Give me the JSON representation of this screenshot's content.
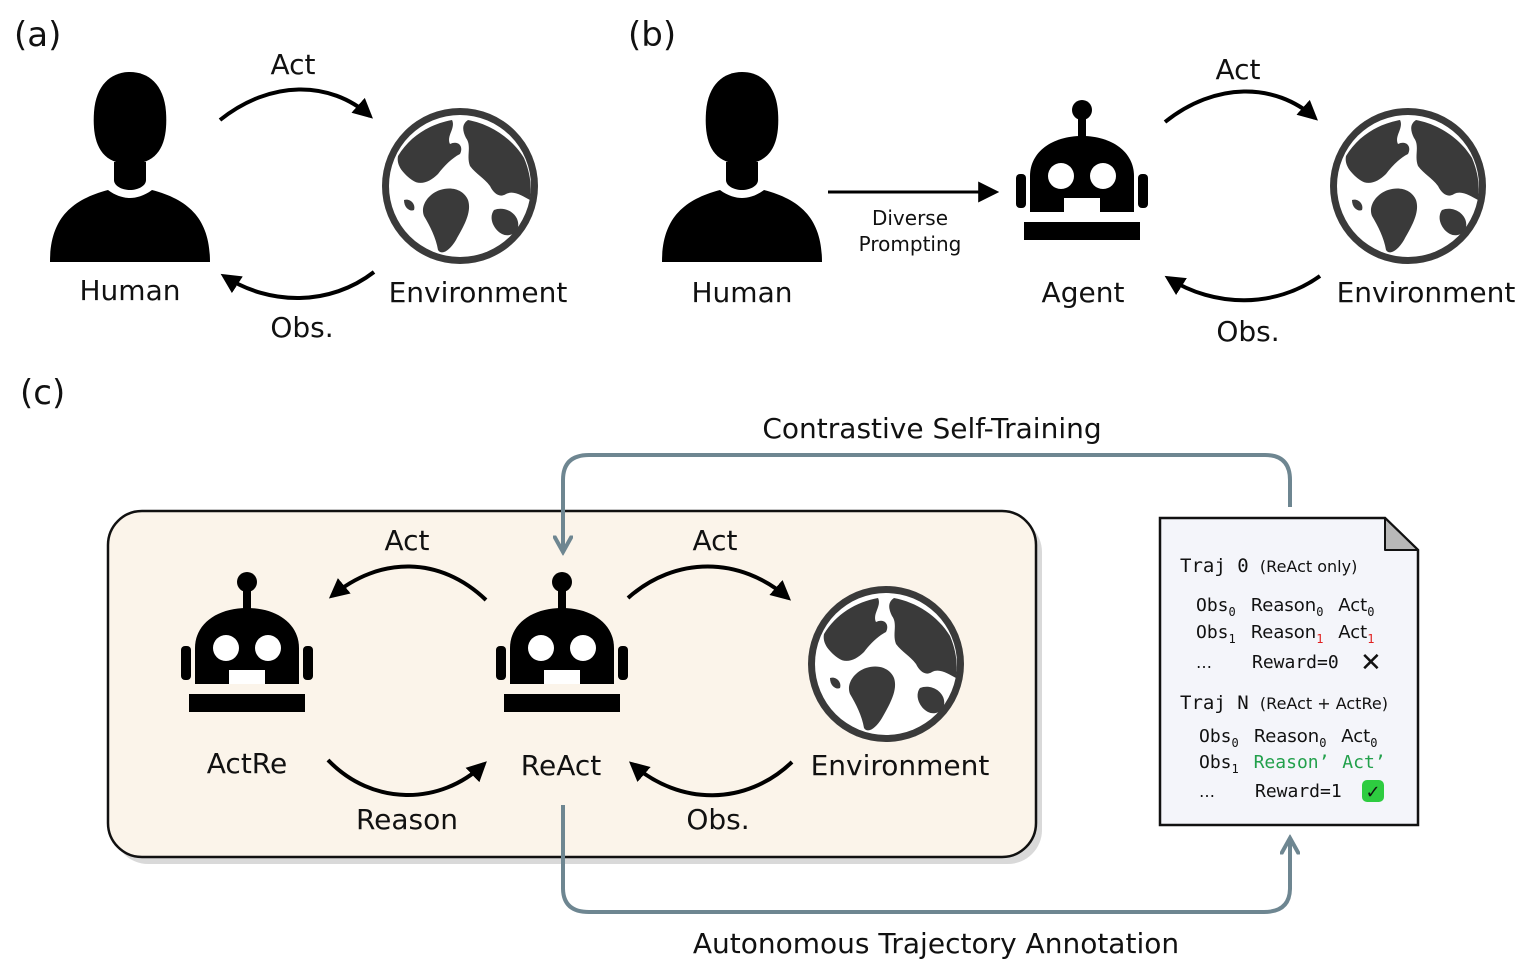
{
  "panel_a": {
    "tag": "(a)",
    "human_label": "Human",
    "environment_label": "Environment",
    "act_label": "Act",
    "obs_label": "Obs."
  },
  "panel_b": {
    "tag": "(b)",
    "human_label": "Human",
    "prompt_label_line1": "Diverse",
    "prompt_label_line2": "Prompting",
    "agent_label": "Agent",
    "environment_label": "Environment",
    "act_label": "Act",
    "obs_label": "Obs."
  },
  "panel_c": {
    "tag": "(c)",
    "contrastive_label": "Contrastive Self-Training",
    "annotation_label": "Autonomous Trajectory Annotation",
    "actre_label": "ActRe",
    "react_label": "ReAct",
    "environment_label": "Environment",
    "act_left_label": "Act",
    "act_right_label": "Act",
    "reason_label": "Reason",
    "obs_label": "Obs.",
    "colors": {
      "box_fill": "#fbf4ea",
      "flow_arrow": "#6e8691",
      "bad": "#e02020",
      "good": "#22a04b",
      "check_bg": "#2ecc40"
    },
    "document": {
      "traj0_title": "Traj 0",
      "traj0_note": "(ReAct only)",
      "traj0_obs0": "Obs",
      "traj0_obs0_sub": "0",
      "traj0_reason0": "Reason",
      "traj0_reason0_sub": "0",
      "traj0_act0": "Act",
      "traj0_act0_sub": "0",
      "traj0_obs1": "Obs",
      "traj0_obs1_sub": "1",
      "traj0_reason1": "Reason",
      "traj0_reason1_sub": "1",
      "traj0_act1": "Act",
      "traj0_act1_sub": "1",
      "traj0_ellipsis": "…",
      "traj0_reward": "Reward=0",
      "traj0_reward_icon": "✕",
      "trajN_title": "Traj N",
      "trajN_note": "(ReAct + ActRe)",
      "trajN_obs0": "Obs",
      "trajN_obs0_sub": "0",
      "trajN_reason0": "Reason",
      "trajN_reason0_sub": "0",
      "trajN_act0": "Act",
      "trajN_act0_sub": "0",
      "trajN_obs1": "Obs",
      "trajN_obs1_sub": "1",
      "trajN_reason_prime": "Reason’",
      "trajN_act_prime": "Act’",
      "trajN_ellipsis": "…",
      "trajN_reward": "Reward=1",
      "trajN_reward_icon": "✓"
    }
  }
}
